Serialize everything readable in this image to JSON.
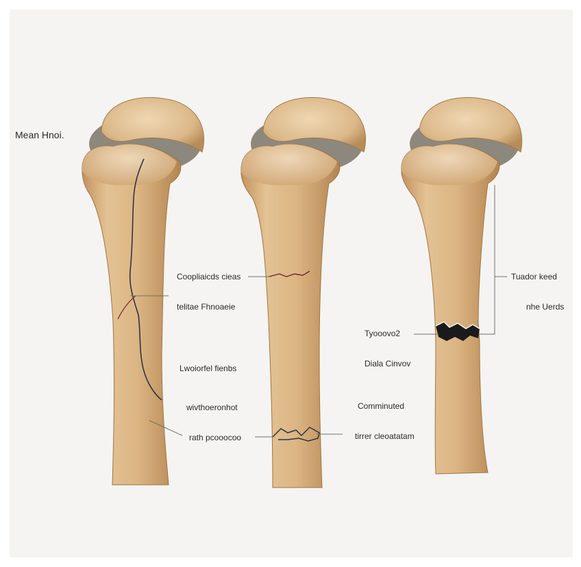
{
  "title": "Mean Hnoi.",
  "bones": [
    {
      "labels": [
        "Coopliaicds cieas",
        "telitae Fhnoaeie",
        "Lwoiorfel fienbs",
        "wivthoeronhot",
        "rath pcooocoo"
      ]
    },
    {
      "labels": [
        "Tyooovo2",
        "Diala Cinvov",
        "Comminuted",
        "tirrer cleoatatam"
      ]
    },
    {
      "labels": [
        "Tuador keed",
        "nhe Uerds"
      ]
    }
  ],
  "colors": {
    "bone_light": "#e6c69a",
    "bone_mid": "#d2a774",
    "bone_dark": "#b58853",
    "cartilage": "#8c887d",
    "crack": "#2d3540",
    "leader": "#6f6f6f",
    "background": "#f5f4f2"
  }
}
